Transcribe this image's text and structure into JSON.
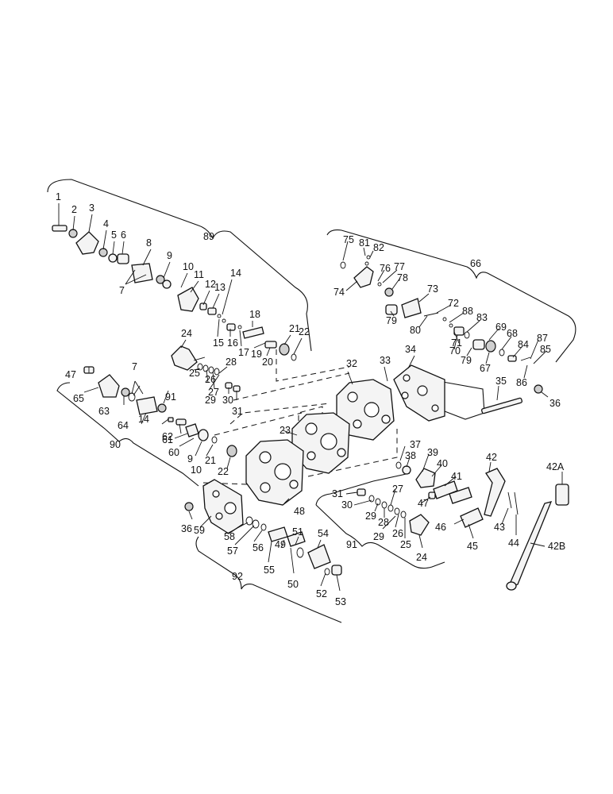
{
  "diagram": {
    "labels": [
      {
        "id": "1"
      },
      {
        "id": "2"
      },
      {
        "id": "3"
      },
      {
        "id": "4"
      },
      {
        "id": "5"
      },
      {
        "id": "6"
      },
      {
        "id": "7"
      },
      {
        "id": "8"
      },
      {
        "id": "9"
      },
      {
        "id": "10"
      },
      {
        "id": "11"
      },
      {
        "id": "12"
      },
      {
        "id": "13"
      },
      {
        "id": "14"
      },
      {
        "id": "15"
      },
      {
        "id": "16"
      },
      {
        "id": "17"
      },
      {
        "id": "18"
      },
      {
        "id": "19"
      },
      {
        "id": "20"
      },
      {
        "id": "21"
      },
      {
        "id": "22"
      },
      {
        "id": "89"
      },
      {
        "id": "24"
      },
      {
        "id": "25"
      },
      {
        "id": "26"
      },
      {
        "id": "27"
      },
      {
        "id": "28"
      },
      {
        "id": "29"
      },
      {
        "id": "30"
      },
      {
        "id": "31"
      },
      {
        "id": "32"
      },
      {
        "id": "33"
      },
      {
        "id": "34"
      },
      {
        "id": "35"
      },
      {
        "id": "36"
      },
      {
        "id": "23"
      },
      {
        "id": "47"
      },
      {
        "id": "65"
      },
      {
        "id": "7"
      },
      {
        "id": "91"
      },
      {
        "id": "63"
      },
      {
        "id": "64"
      },
      {
        "id": "90"
      },
      {
        "id": "14"
      },
      {
        "id": "62"
      },
      {
        "id": "61"
      },
      {
        "id": "60"
      },
      {
        "id": "9"
      },
      {
        "id": "21"
      },
      {
        "id": "10"
      },
      {
        "id": "22"
      },
      {
        "id": "75"
      },
      {
        "id": "81"
      },
      {
        "id": "82"
      },
      {
        "id": "66"
      },
      {
        "id": "76"
      },
      {
        "id": "77"
      },
      {
        "id": "78"
      },
      {
        "id": "74"
      },
      {
        "id": "73"
      },
      {
        "id": "72"
      },
      {
        "id": "88"
      },
      {
        "id": "79"
      },
      {
        "id": "80"
      },
      {
        "id": "83"
      },
      {
        "id": "71"
      },
      {
        "id": "70"
      },
      {
        "id": "69"
      },
      {
        "id": "68"
      },
      {
        "id": "87"
      },
      {
        "id": "79"
      },
      {
        "id": "67"
      },
      {
        "id": "84"
      },
      {
        "id": "85"
      },
      {
        "id": "86"
      },
      {
        "id": "37"
      },
      {
        "id": "38"
      },
      {
        "id": "39"
      },
      {
        "id": "40"
      },
      {
        "id": "41"
      },
      {
        "id": "42"
      },
      {
        "id": "42A"
      },
      {
        "id": "42B"
      },
      {
        "id": "43"
      },
      {
        "id": "44"
      },
      {
        "id": "45"
      },
      {
        "id": "46"
      },
      {
        "id": "47"
      },
      {
        "id": "48"
      },
      {
        "id": "31"
      },
      {
        "id": "30"
      },
      {
        "id": "29"
      },
      {
        "id": "28"
      },
      {
        "id": "27"
      },
      {
        "id": "26"
      },
      {
        "id": "29"
      },
      {
        "id": "25"
      },
      {
        "id": "24"
      },
      {
        "id": "91"
      },
      {
        "id": "36"
      },
      {
        "id": "59"
      },
      {
        "id": "58"
      },
      {
        "id": "57"
      },
      {
        "id": "56"
      },
      {
        "id": "55"
      },
      {
        "id": "49"
      },
      {
        "id": "51"
      },
      {
        "id": "50"
      },
      {
        "id": "54"
      },
      {
        "id": "52"
      },
      {
        "id": "53"
      },
      {
        "id": "92"
      }
    ]
  }
}
